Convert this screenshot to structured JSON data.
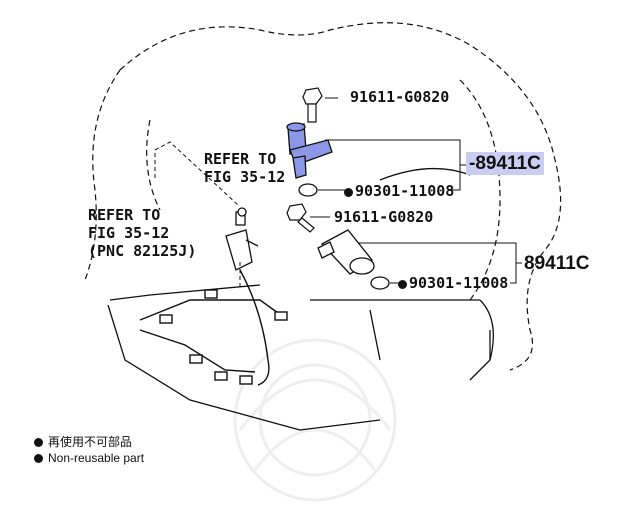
{
  "callouts": {
    "bolt_upper": "91611-G0820",
    "sensor_upper": "-89411C",
    "oring_upper": "90301-11008",
    "bolt_lower": "91611-G0820",
    "sensor_lower": "89411C",
    "oring_lower": "90301-11008"
  },
  "refs": {
    "ref1_line1": "REFER TO",
    "ref1_line2": "FIG 35-12",
    "ref2_line1": "REFER TO",
    "ref2_line2": "FIG 35-12",
    "ref2_line3": "(PNC 82125J)"
  },
  "legend": {
    "line1": "再使用不可部品",
    "line2": "Non-reusable part"
  },
  "colors": {
    "highlight_part": "#8c97e8",
    "highlight_label_bg": "#c9cdf2",
    "linework": "#111111"
  }
}
